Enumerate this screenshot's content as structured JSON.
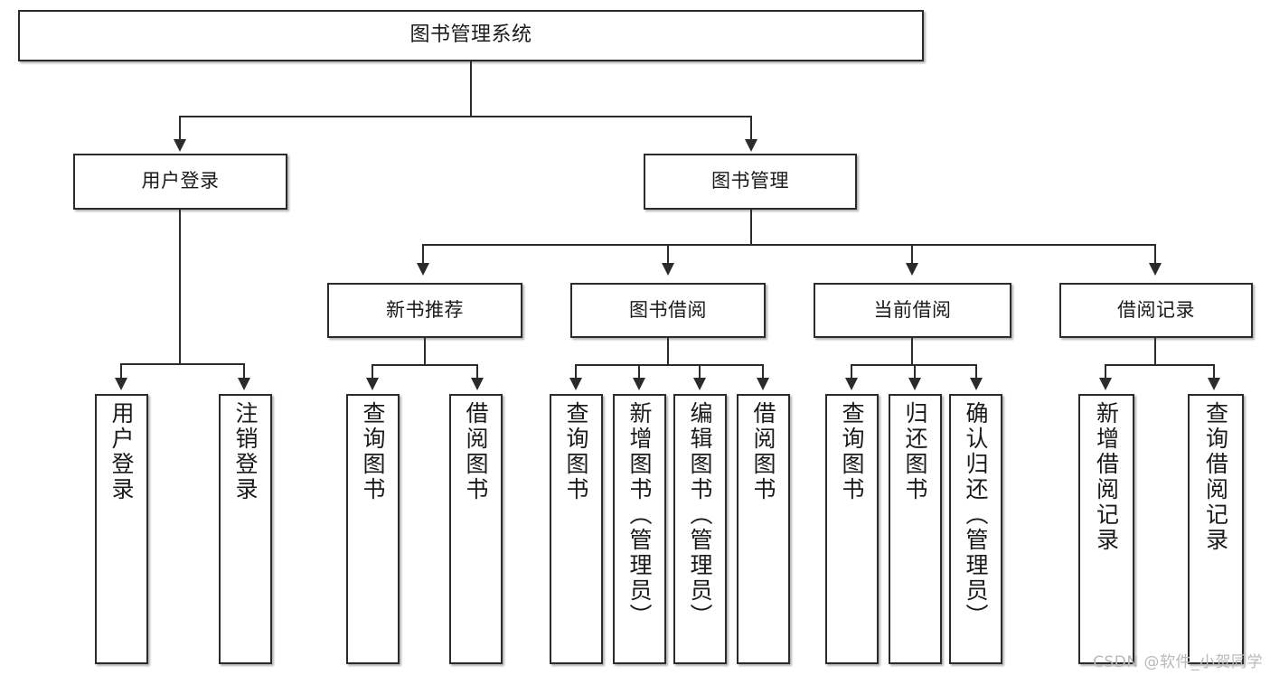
{
  "diagram": {
    "type": "tree-hierarchy",
    "title": "图书管理系统",
    "watermark": "CSDN @软件_小贺同学",
    "colors": {
      "box_border": "#2b2b2b",
      "box_fill": "#ffffff",
      "text": "#1a1a1a",
      "connector": "#2b2b2b",
      "watermark": "#b9b9b9",
      "background": "#ffffff"
    },
    "root": {
      "label": "图书管理系统"
    },
    "level2": [
      {
        "label": "用户登录"
      },
      {
        "label": "图书管理"
      }
    ],
    "level3": [
      {
        "label": "新书推荐"
      },
      {
        "label": "图书借阅"
      },
      {
        "label": "当前借阅"
      },
      {
        "label": "借阅记录"
      }
    ],
    "leaves": {
      "user_login": [
        {
          "label": "用户登录"
        },
        {
          "label": "注销登录"
        }
      ],
      "new_book_recommend": [
        {
          "label": "查询图书"
        },
        {
          "label": "借阅图书"
        }
      ],
      "book_borrow": [
        {
          "label": "查询图书"
        },
        {
          "label": "新增图书（管理员）"
        },
        {
          "label": "编辑图书（管理员）"
        },
        {
          "label": "借阅图书"
        }
      ],
      "current_borrow": [
        {
          "label": "查询图书"
        },
        {
          "label": "归还图书"
        },
        {
          "label": "确认归还（管理员）"
        }
      ],
      "borrow_record": [
        {
          "label": "新增借阅记录"
        },
        {
          "label": "查询借阅记录"
        }
      ]
    }
  }
}
